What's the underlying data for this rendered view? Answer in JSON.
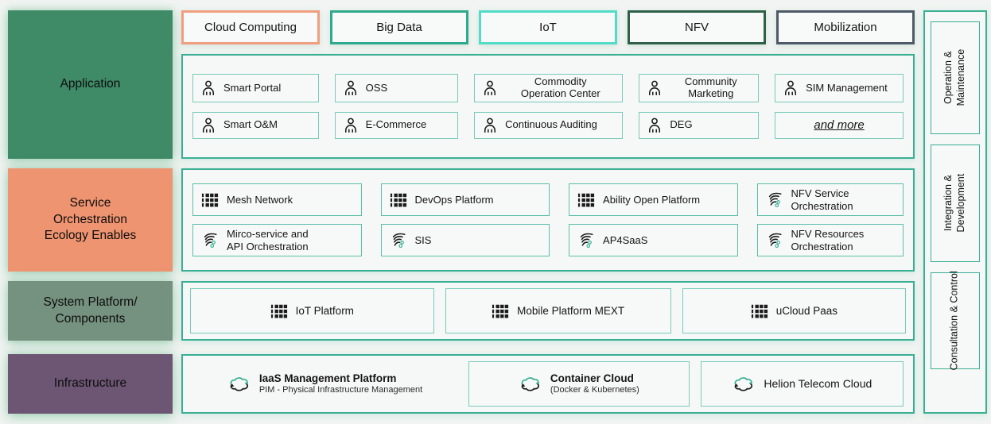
{
  "layers": [
    {
      "label": "Application",
      "color": "#3f8a67"
    },
    {
      "label": "Service\nOrchestration\nEcology Enables",
      "color": "#ef9470"
    },
    {
      "label": "System Platform/\nComponents",
      "color": "#75917f"
    },
    {
      "label": "Infrastructure",
      "color": "#6d5674"
    }
  ],
  "top_chips": [
    {
      "label": "Cloud Computing",
      "border_color": "#f09e7f"
    },
    {
      "label": "Big Data",
      "border_color": "#2fa98c"
    },
    {
      "label": "IoT",
      "border_color": "#52dcc8"
    },
    {
      "label": "NFV",
      "border_color": "#2d5f49"
    },
    {
      "label": "Mobilization",
      "border_color": "#4e5a67"
    }
  ],
  "application": {
    "items": [
      {
        "label": "Smart Portal",
        "icon": "person-icon"
      },
      {
        "label": "OSS",
        "icon": "person-icon"
      },
      {
        "label": "Commodity\nOperation Center",
        "icon": "person-icon"
      },
      {
        "label": "Community\nMarketing",
        "icon": "person-icon"
      },
      {
        "label": "SIM Management",
        "icon": "person-icon"
      },
      {
        "label": "Smart O&M",
        "icon": "person-icon"
      },
      {
        "label": "E-Commerce",
        "icon": "person-icon"
      },
      {
        "label": "Continuous Auditing",
        "icon": "person-icon"
      },
      {
        "label": "DEG",
        "icon": "person-icon"
      },
      {
        "label": "and more",
        "icon": "none"
      }
    ]
  },
  "service": {
    "items": [
      {
        "label": "Mesh Network",
        "icon": "app-grid-icon"
      },
      {
        "label": "DevOps Platform",
        "icon": "app-grid-icon"
      },
      {
        "label": "Ability Open Platform",
        "icon": "app-grid-icon"
      },
      {
        "label": "NFV Service\nOrchestration",
        "icon": "orchestration-icon"
      },
      {
        "label": "Mirco-service and\nAPI Orchestration",
        "icon": "orchestration-icon"
      },
      {
        "label": "SIS",
        "icon": "orchestration-icon"
      },
      {
        "label": "AP4SaaS",
        "icon": "orchestration-icon"
      },
      {
        "label": "NFV Resources\nOrchestration",
        "icon": "orchestration-icon"
      }
    ]
  },
  "platform": {
    "items": [
      {
        "label": "IoT Platform",
        "icon": "app-grid-icon"
      },
      {
        "label": "Mobile Platform MEXT",
        "icon": "app-grid-icon"
      },
      {
        "label": "uCloud Paas",
        "icon": "app-grid-icon"
      }
    ]
  },
  "infrastructure": {
    "items": [
      {
        "title": "IaaS Management Platform",
        "subtitle": "PIM - Physical Infrastructure Management",
        "icon": "cloud-sync-icon"
      },
      {
        "title": "Container Cloud",
        "subtitle": "(Docker & Kubernetes)",
        "icon": "cloud-sync-icon"
      },
      {
        "title": "Helion Telecom Cloud",
        "icon": "cloud-sync-icon"
      }
    ]
  },
  "sidebar": {
    "items": [
      "Operation &\nMaintenance",
      "Integration &\nDevelopment",
      "Consultation & Control"
    ]
  },
  "colors": {
    "accent_teal": "#3aaf93",
    "chip_border_light": "#79cbb7",
    "chip_border_mid": "#5cbfa8",
    "background": "#f1f4f2",
    "chip_fill": "#f7f9f8",
    "text": "#141414"
  }
}
